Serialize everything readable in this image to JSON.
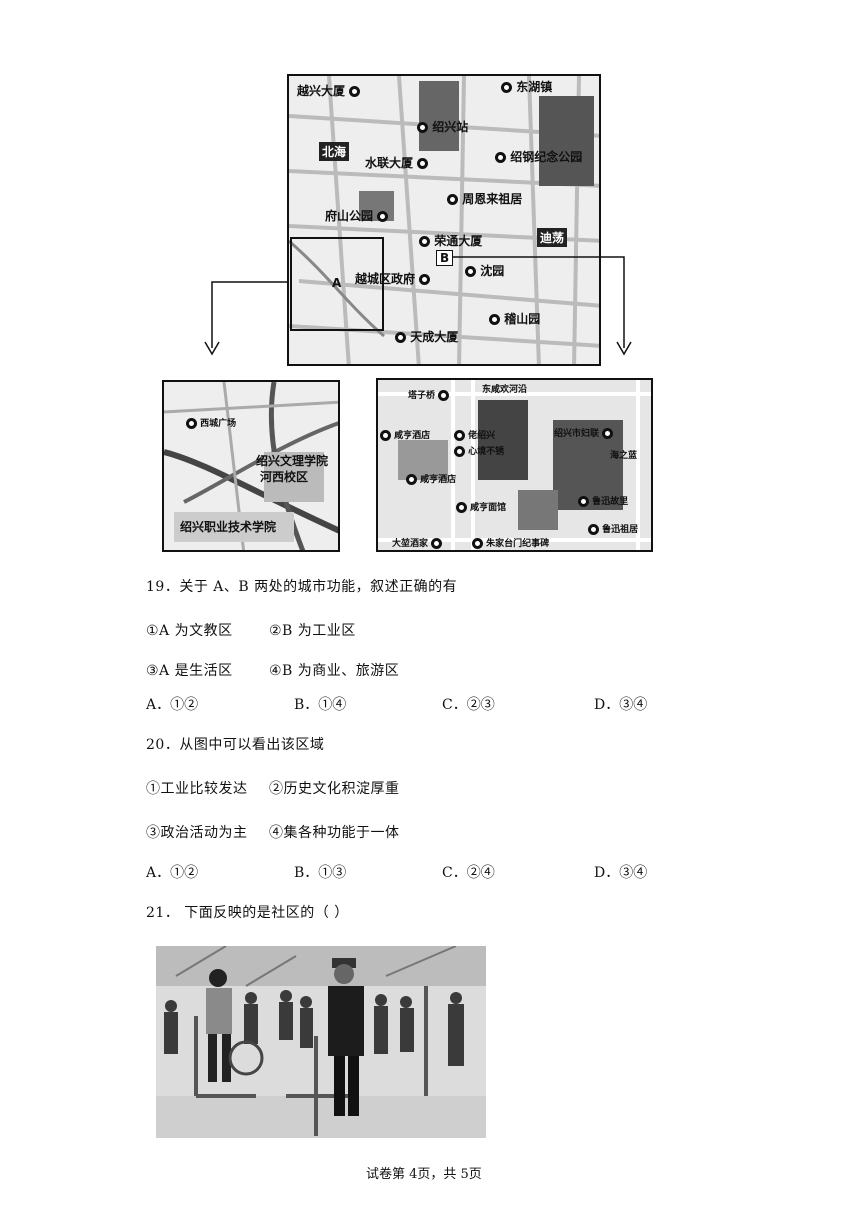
{
  "main_map": {
    "labels": {
      "yuexing": "越兴大厦",
      "dongshen": "东湖镇",
      "station": "绍兴站",
      "beihai": "北海",
      "shuilian": "水联大厦",
      "memorial": "绍钢纪念公园",
      "zhouenlai": "周恩来祖居",
      "fushan": "府山公园",
      "rongtong": "荣通大厦",
      "didang": "迪荡",
      "shenyuan": "沈园",
      "govt": "越城区政府",
      "jishan": "稽山园",
      "tiancheng": "天成大厦",
      "point_a": "A",
      "point_b": "B"
    }
  },
  "inset_a": {
    "labels": {
      "xicheng": "西城广场",
      "college1": "绍兴文理学院",
      "college2": "河西校区",
      "vocational": "绍兴职业技术学院"
    }
  },
  "inset_b": {
    "labels": {
      "tazi": "塔子桥",
      "dongxian": "东咸欢河沿",
      "xianheng1": "咸亨酒店",
      "laoshaoxing": "佬绍兴",
      "xinxiangbu": "心境不锈",
      "fulian": "绍兴市妇联",
      "xianheng2": "咸亨酒店",
      "haizhi": "海之蓝",
      "xianheng_noodle": "咸亨面馆",
      "luxun_home": "鲁迅故里",
      "luxun_ancestral": "鲁迅祖居",
      "dapu": "大堃酒家",
      "zhujia": "朱家台门纪事碑"
    }
  },
  "q19": {
    "stem": "19．关于 A、B 两处的城市功能，叙述正确的有",
    "item1": "①A 为文教区",
    "item2": "②B 为工业区",
    "item3": "③A 是生活区",
    "item4": "④B 为商业、旅游区",
    "options": [
      "A．①②",
      "B．①④",
      "C．②③",
      "D．③④"
    ]
  },
  "q20": {
    "stem": "20．从图中可以看出该区域",
    "item1": "①工业比较发达",
    "item2": "②历史文化积淀厚重",
    "item3": "③政治活动为主",
    "item4": "④集各种功能于一体",
    "options": [
      "A．①②",
      "B．①③",
      "C．②④",
      "D．③④"
    ]
  },
  "q21": {
    "stem": "21．  下面反映的是社区的（    ）"
  },
  "footer": "试卷第 4页，共 5页"
}
